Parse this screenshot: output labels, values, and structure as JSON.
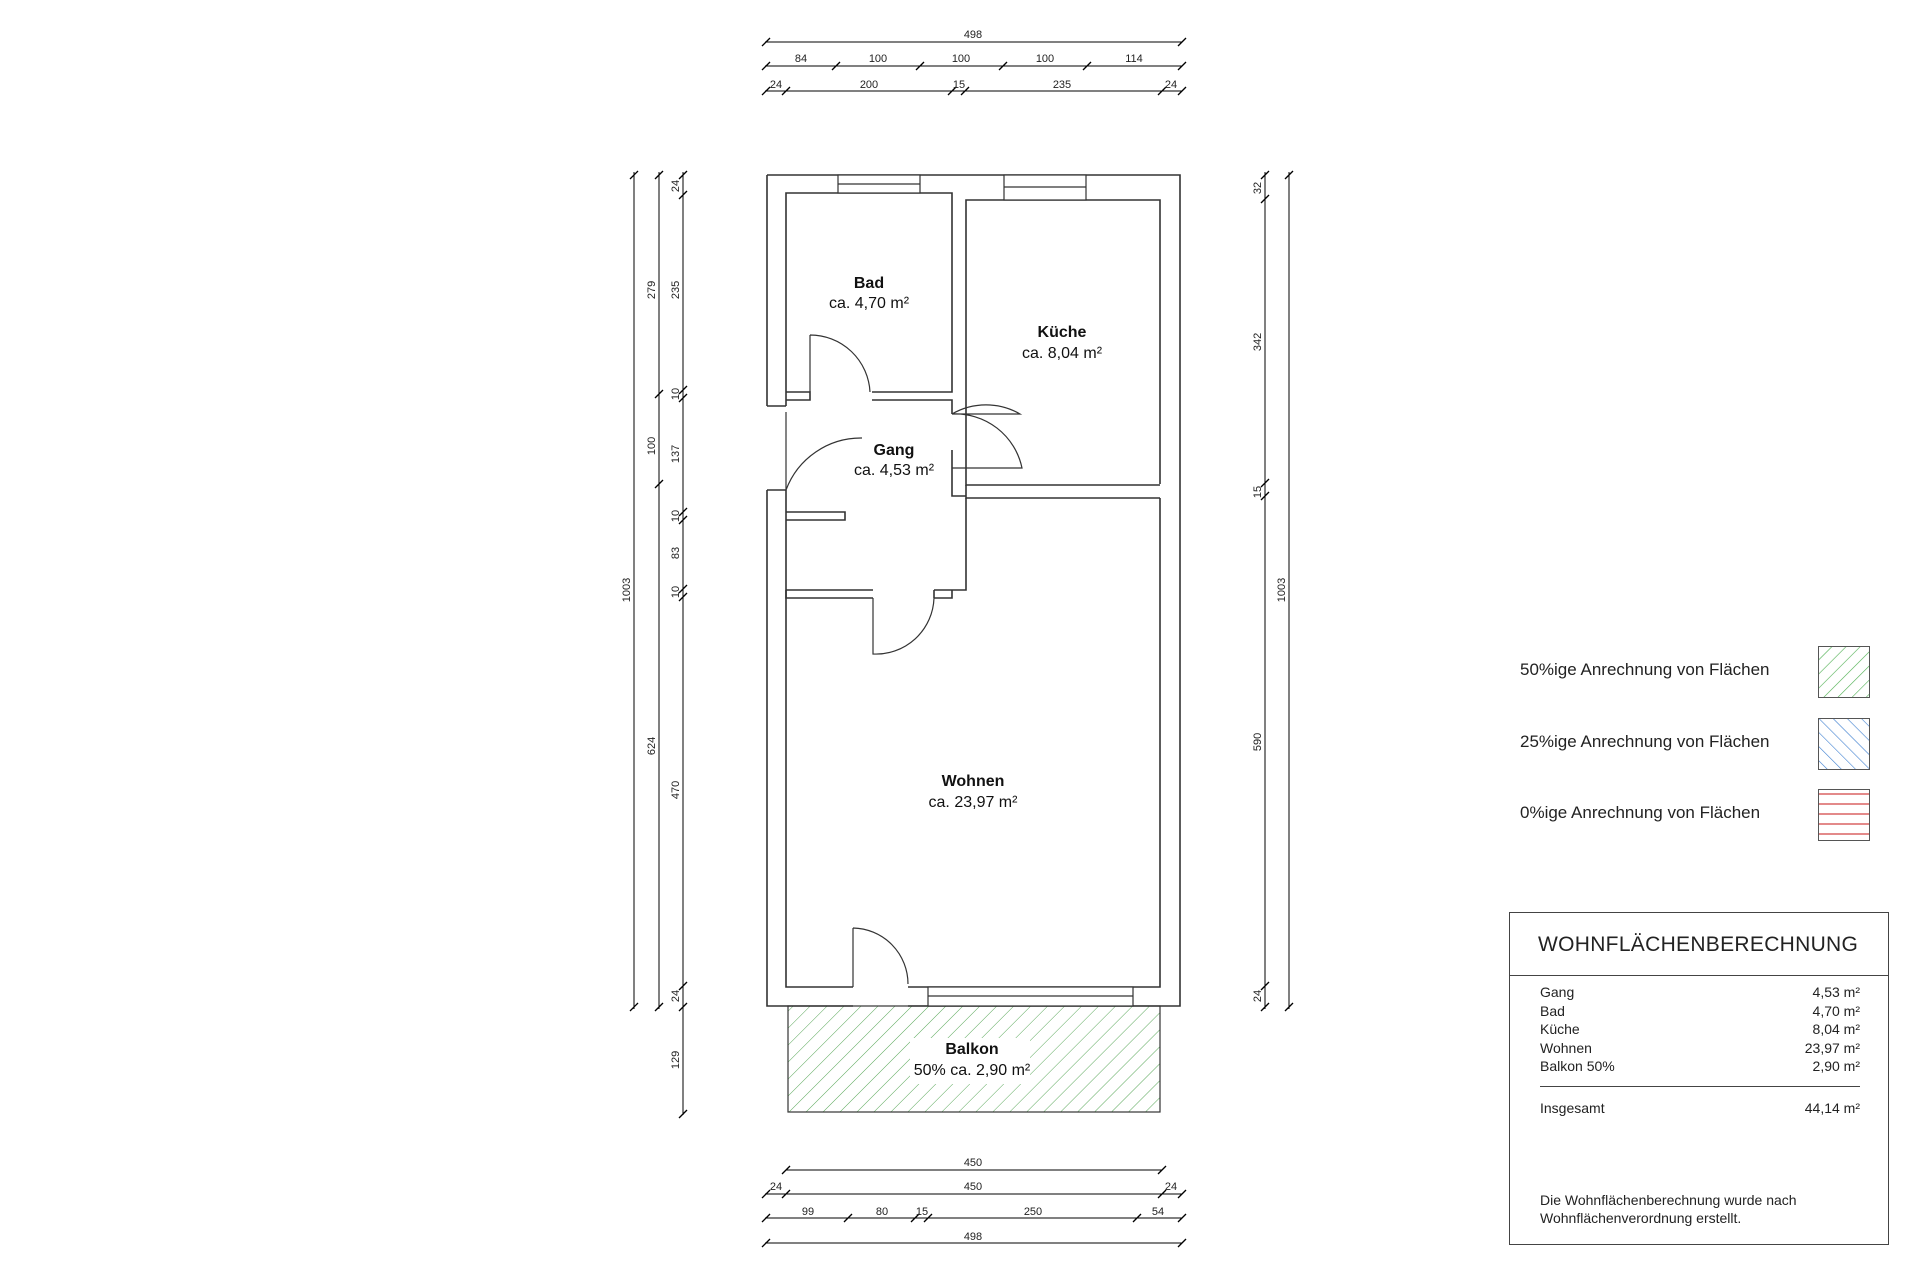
{
  "plan": {
    "rooms": [
      {
        "id": "bad",
        "name": "Bad",
        "area": "ca. 4,70 m²"
      },
      {
        "id": "kueche",
        "name": "Küche",
        "area": "ca. 8,04 m²"
      },
      {
        "id": "gang",
        "name": "Gang",
        "area": "ca. 4,53 m²"
      },
      {
        "id": "wohnen",
        "name": "Wohnen",
        "area": "ca. 23,97 m²"
      },
      {
        "id": "balkon",
        "name": "Balkon",
        "area": "50% ca. 2,90 m²"
      }
    ],
    "dims_top": {
      "overall": "498",
      "row2": [
        "84",
        "100",
        "100",
        "100",
        "114"
      ],
      "row3": [
        "24",
        "200",
        "15",
        "235",
        "24"
      ]
    },
    "dims_bottom": {
      "balcony": "450",
      "row2": [
        "24",
        "450",
        "24"
      ],
      "row3": [
        "99",
        "80",
        "15",
        "250",
        "54"
      ],
      "overall": "498"
    },
    "dims_left": {
      "outer": "1003",
      "mid": [
        "279",
        "100",
        "624"
      ],
      "inner": [
        "24",
        "235",
        "10",
        "137",
        "10",
        "83",
        "10",
        "470",
        "24",
        "129"
      ]
    },
    "dims_right": {
      "outer": "1003",
      "inner": [
        "32",
        "342",
        "15",
        "590",
        "24"
      ]
    }
  },
  "legend": {
    "items": [
      {
        "label": "50%ige Anrechnung von Flächen",
        "color": "#3fa63f",
        "pattern": "diagonal-up"
      },
      {
        "label": "25%ige Anrechnung von Flächen",
        "color": "#3d7fd0",
        "pattern": "diagonal-down"
      },
      {
        "label": "0%ige Anrechnung von Flächen",
        "color": "#d03a3a",
        "pattern": "horizontal"
      }
    ]
  },
  "calculation": {
    "title": "WOHNFLÄCHENBERECHNUNG",
    "rows": [
      {
        "label": "Gang",
        "value": "4,53 m²"
      },
      {
        "label": "Bad",
        "value": "4,70 m²"
      },
      {
        "label": "Küche",
        "value": "8,04 m²"
      },
      {
        "label": "Wohnen",
        "value": "23,97 m²"
      },
      {
        "label": "Balkon 50%",
        "value": "2,90 m²"
      }
    ],
    "total_label": "Insgesamt",
    "total_value": "44,14 m²",
    "note_line1": "Die Wohnflächenberechnung wurde nach",
    "note_line2": "Wohnflächenverordnung erstellt."
  }
}
